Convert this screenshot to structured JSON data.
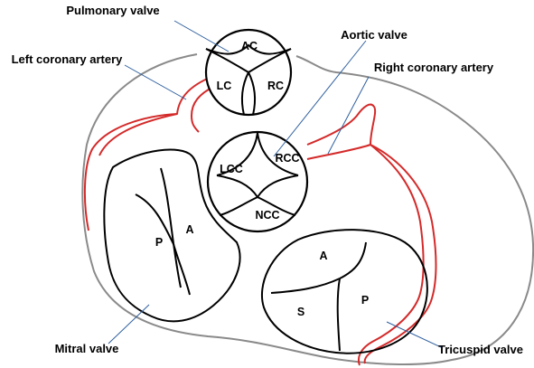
{
  "labels": {
    "pulmonary_valve": "Pulmonary valve",
    "aortic_valve": "Aortic valve",
    "left_coronary_artery": "Left coronary artery",
    "right_coronary_artery": "Right coronary artery",
    "mitral_valve": "Mitral valve",
    "tricuspid_valve": "Tricuspid valve"
  },
  "pulmonary_cusps": {
    "anterior": "AC",
    "left": "LC",
    "right": "RC"
  },
  "aortic_cusps": {
    "left_coronary": "LCC",
    "right_coronary": "RCC",
    "non_coronary": "NCC"
  },
  "mitral_leaflets": {
    "posterior": "P",
    "anterior": "A"
  },
  "tricuspid_leaflets": {
    "anterior": "A",
    "septal": "S",
    "posterior": "P"
  },
  "colors": {
    "artery": "#d42a2a",
    "outline": "#8a8a8a",
    "pointer": "#2f5f9e",
    "valve": "#000000"
  }
}
